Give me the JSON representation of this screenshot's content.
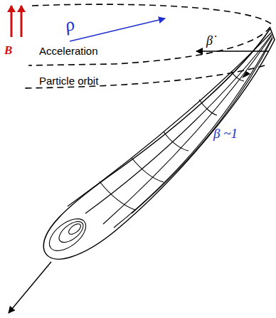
{
  "diagram": {
    "labels": [
      "ρ",
      "B",
      "Acceleration",
      "β̇",
      "Particle orbit",
      "β ~1"
    ]
  }
}
